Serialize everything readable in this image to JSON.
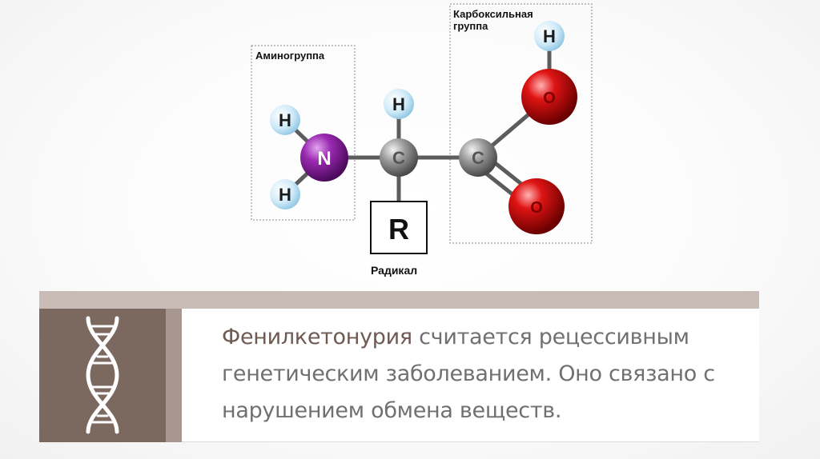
{
  "diagram": {
    "amino_group_label": "Аминогруппа",
    "carboxyl_group_label_line1": "Карбоксильная",
    "carboxyl_group_label_line2": "группа",
    "radical_box_letter": "R",
    "radical_label": "Радикал",
    "atoms": {
      "h_amino_top": "H",
      "h_amino_bottom": "H",
      "nitrogen": "N",
      "h_alpha": "H",
      "carbon_alpha": "C",
      "carbon_carboxyl": "C",
      "oxygen_hydroxyl": "O",
      "h_hydroxyl": "H",
      "oxygen_double": "O"
    }
  },
  "caption": {
    "highlight": "Фенилкетонурия",
    "text": " считается рецессивным генетическим заболеванием. Оно связано с нарушением обмена веществ."
  },
  "colors": {
    "hydrogen": "#bfe3f5",
    "nitrogen": "#8a1fa0",
    "carbon": "#8c8c8c",
    "oxygen": "#d01010",
    "panel_dark": "#7b685f",
    "band": "#c9bcb6",
    "caption_highlight": "#6e5a52",
    "caption_text": "#707070"
  },
  "icons": {
    "dna": "dna-helix-icon"
  }
}
